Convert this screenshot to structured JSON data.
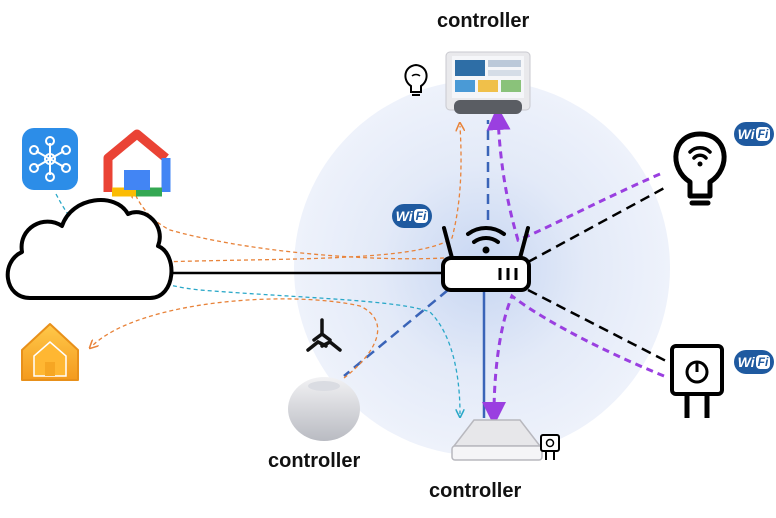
{
  "labels": {
    "top_controller": "controller",
    "left_controller": "controller",
    "bottom_controller": "controller"
  },
  "wifi_badge": {
    "part1": "Wi",
    "part2": "Fi"
  },
  "colors": {
    "router_ring": "#dde6f5",
    "wifi_badge": "#1f5aa0",
    "purple_link": "#9a3fe0",
    "orange_flow": "#e8833a",
    "cyan_flow": "#2aa8c8",
    "blue_link": "#3a64b8",
    "smartthings": "#2c8de8",
    "home_app": "#f6a623"
  },
  "icons": [
    "cloud-icon",
    "smartthings-icon",
    "google-home-icon",
    "apple-home-icon",
    "router-icon",
    "matter-icon",
    "homepod-icon",
    "hub-icon",
    "nest-hub-icon",
    "bulb-icon",
    "smart-plug-icon"
  ]
}
